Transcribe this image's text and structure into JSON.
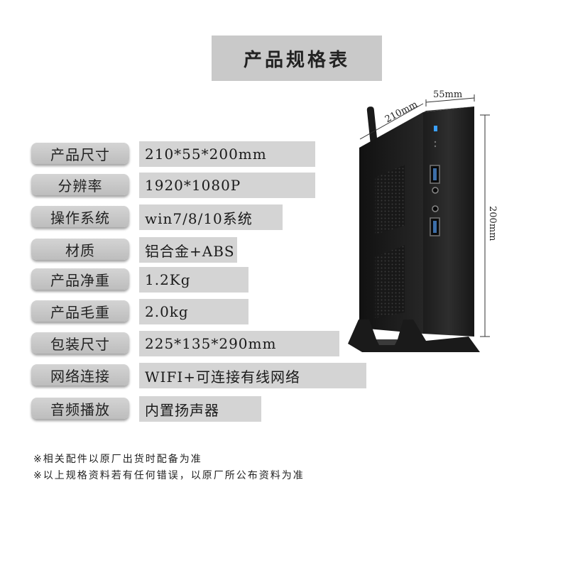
{
  "title": "产品规格表",
  "specs": [
    {
      "label": "产品尺寸",
      "value": "210*55*200mm"
    },
    {
      "label": "分辨率",
      "value": "1920*1080P"
    },
    {
      "label": "操作系统",
      "value": "win7/8/10系统"
    },
    {
      "label": "材质",
      "value": "铝合金+ABS"
    },
    {
      "label": "产品净重",
      "value": "1.2Kg"
    },
    {
      "label": "产品毛重",
      "value": "2.0kg"
    },
    {
      "label": "包装尺寸",
      "value": "225*135*290mm"
    },
    {
      "label": "网络连接",
      "value": "WIFI+可连接有线网络"
    },
    {
      "label": "音频播放",
      "value": "内置扬声器"
    }
  ],
  "dimensions": {
    "depth": "210mm",
    "width": "55mm",
    "height": "200mm"
  },
  "notes": [
    "※相关配件以原厂出货时配备为准",
    "※以上规格资料若有任何错误，以原厂所公布资料为准"
  ]
}
